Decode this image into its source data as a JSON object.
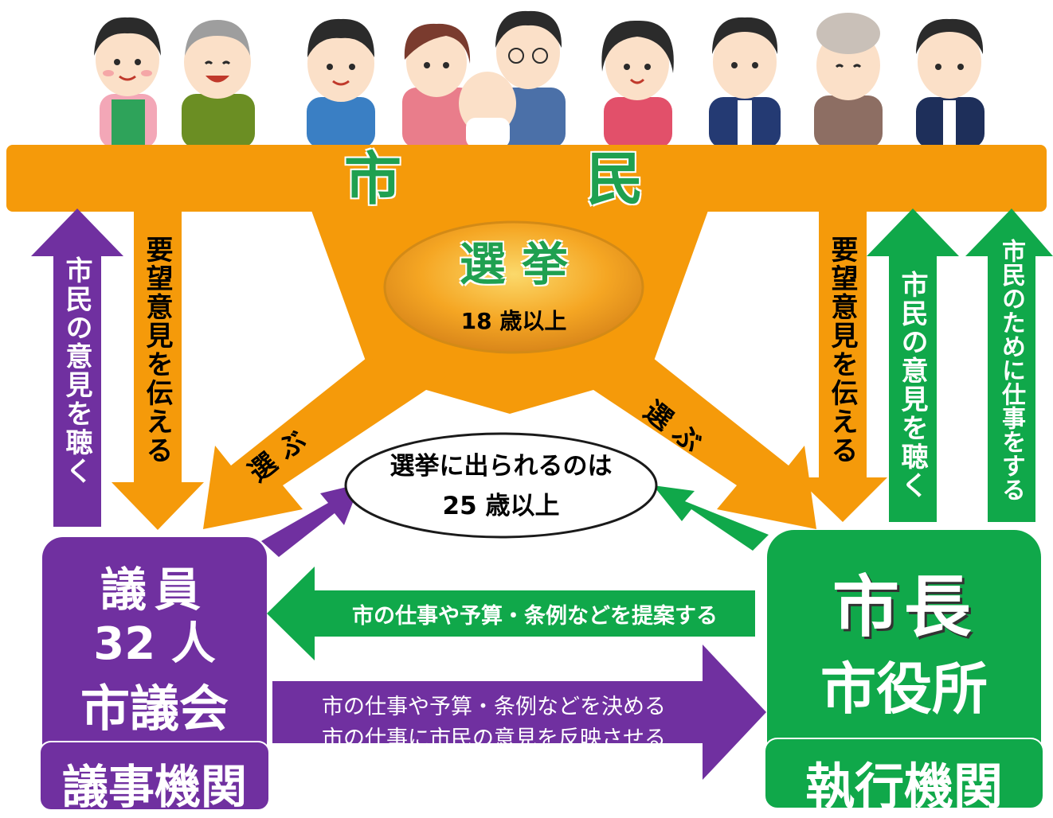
{
  "citizens": {
    "title": "市　民",
    "people": [
      "woman-apron",
      "elderly-man",
      "young-man",
      "mother-with-baby",
      "father-with-glasses",
      "young-woman",
      "man-in-suit",
      "elderly-woman",
      "businessman"
    ]
  },
  "election": {
    "title": "選 挙",
    "age": "18 歳以上",
    "select_label": "選 ぶ"
  },
  "candidacy": {
    "line1": "選挙に出られるのは",
    "line2": "25 歳以上"
  },
  "arrows": {
    "left_listen": "市民の意見を聴く",
    "left_request": "要望意見を伝える",
    "right_request": "要望意見を伝える",
    "right_listen": "市民の意見を聴く",
    "right_work": "市民のために仕事をする",
    "mayor_to_council": "市の仕事や予算・条例などを提案する",
    "council_to_mayor_1": "市の仕事や予算・条例などを決める",
    "council_to_mayor_2": "市の仕事に市民の意見を反映させる"
  },
  "council": {
    "line1": "議員",
    "line2": "32 人",
    "line3": "市議会",
    "role": "議事機関"
  },
  "mayor": {
    "line1": "市長",
    "line2": "市役所",
    "role": "執行機関"
  },
  "colors": {
    "orange": "#f59a0a",
    "purple": "#7030a0",
    "green": "#10a84a",
    "text_green": "#1fa050"
  }
}
